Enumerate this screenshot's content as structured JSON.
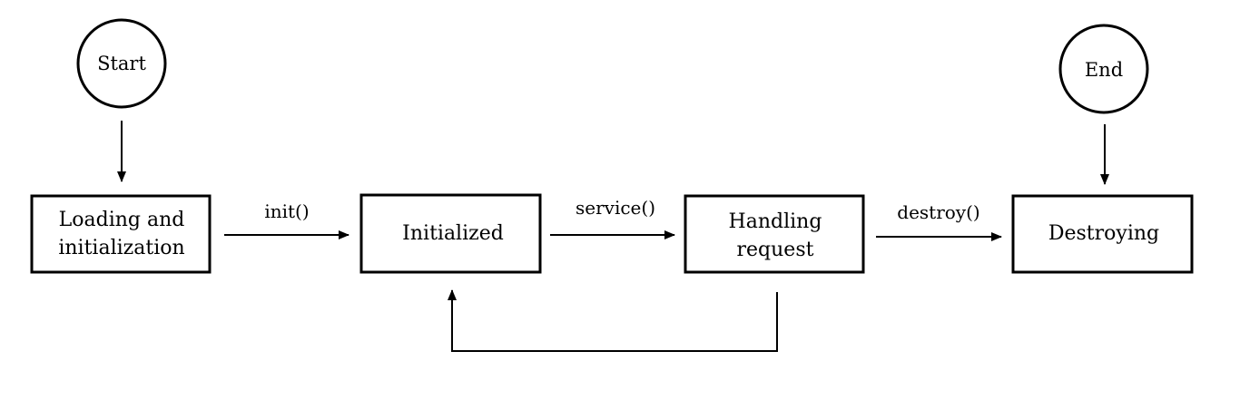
{
  "diagram": {
    "nodes": {
      "start": {
        "label": "Start"
      },
      "end": {
        "label": "End"
      },
      "loading": {
        "line1": "Loading and",
        "line2": "initialization"
      },
      "initialized": {
        "label": "Initialized"
      },
      "handling": {
        "line1": "Handling",
        "line2": "request"
      },
      "destroying": {
        "label": "Destroying"
      }
    },
    "edges": {
      "init": {
        "label": "init()"
      },
      "service": {
        "label": "service()"
      },
      "destroy": {
        "label": "destroy()"
      }
    },
    "colors": {
      "stroke": "#000000",
      "background": "#ffffff"
    }
  }
}
